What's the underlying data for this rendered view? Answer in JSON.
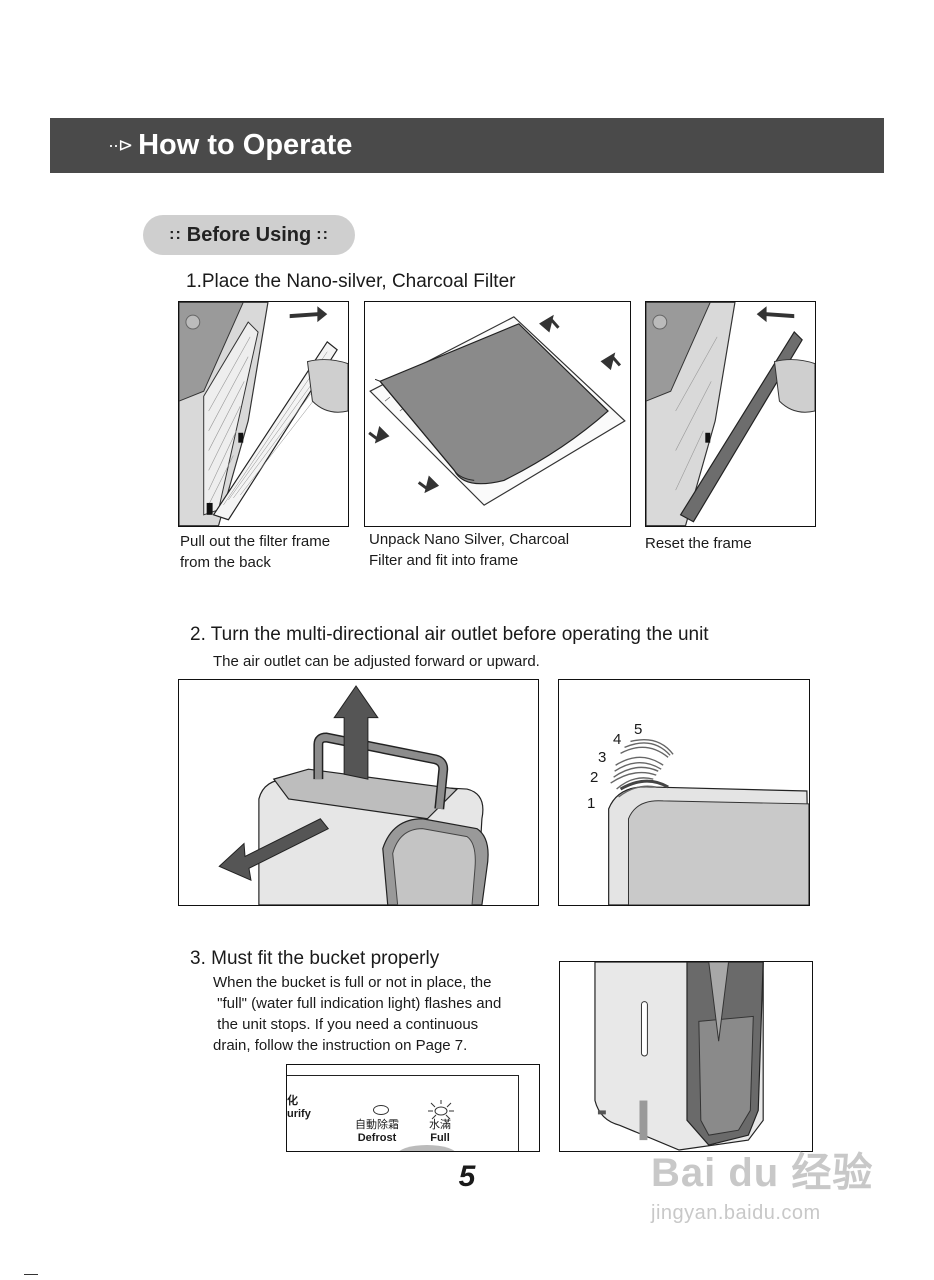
{
  "header": {
    "icon": "arrow-dots-icon",
    "title": "How to Operate"
  },
  "section_pill": {
    "label": "Before Using",
    "decor": "::"
  },
  "step1": {
    "title": "1.Place the Nano-silver, Charcoal Filter",
    "captions": [
      [
        "Pull out the filter frame",
        "from the back"
      ],
      [
        "Unpack Nano Silver, Charcoal",
        "Filter and fit into frame"
      ],
      [
        "Reset the frame"
      ]
    ]
  },
  "step2": {
    "title": "2. Turn the multi-directional air outlet before operating the unit",
    "desc": "The air outlet can be adjusted forward or upward.",
    "levels": [
      "1",
      "2",
      "3",
      "4",
      "5"
    ]
  },
  "step3": {
    "title": "3. Must fit the bucket properly",
    "desc_lines": [
      "When the bucket is full or not in place, the",
      " \"full\" (water full indication light) flashes and",
      " the unit stops. If you need a continuous",
      "drain, follow the instruction on Page 7."
    ],
    "panel": {
      "left_cjk": "化",
      "left_en": "urify",
      "defrost_cjk": "自動除霜",
      "defrost_en": "Defrost",
      "full_cjk": "水滿",
      "full_en": "Full"
    }
  },
  "page_number": "5",
  "watermark": {
    "main": "Bai du 经验",
    "sub": "jingyan.baidu.com"
  }
}
